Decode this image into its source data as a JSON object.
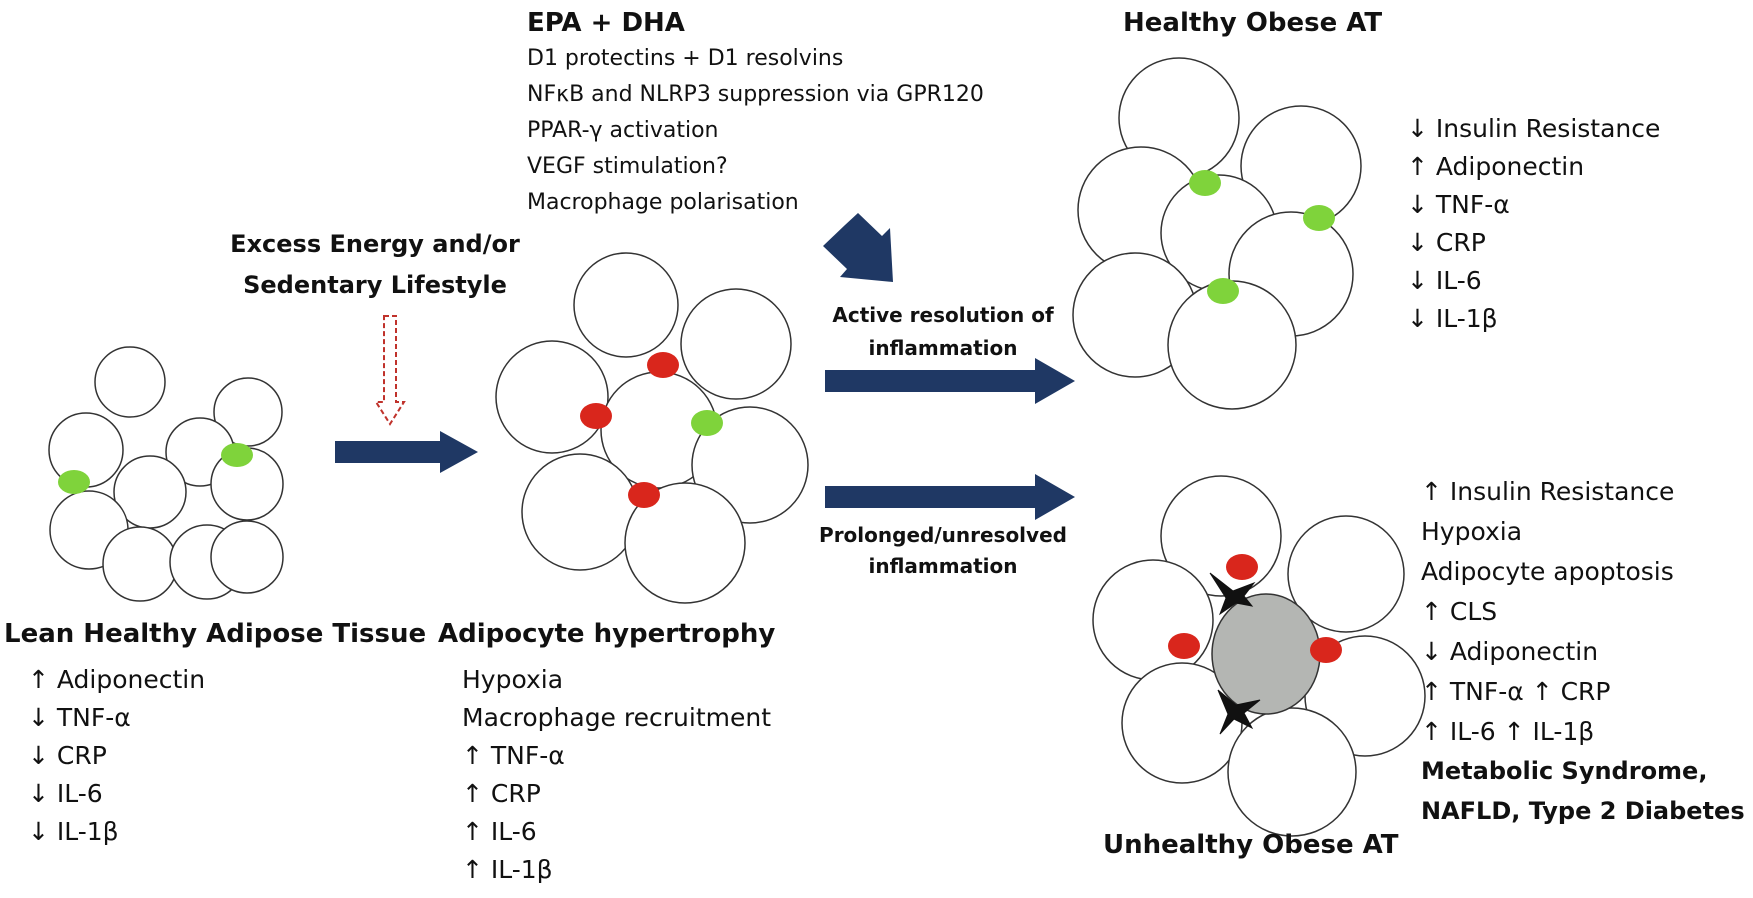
{
  "epa_dha": {
    "title": "EPA + DHA",
    "items": [
      "D1 protectins + D1 resolvins",
      "NFκB and NLRP3 suppression via GPR120",
      "PPAR-γ activation",
      "VEGF stimulation?",
      "Macrophage polarisation"
    ]
  },
  "trigger": {
    "line1": "Excess Energy and/or",
    "line2": "Sedentary Lifestyle"
  },
  "lean": {
    "title": "Lean Healthy Adipose Tissue",
    "items": [
      "↑ Adiponectin",
      "↓ TNF-α",
      "↓ CRP",
      "↓ IL-6",
      "↓ IL-1β"
    ]
  },
  "hypertrophy": {
    "title": "Adipocyte hypertrophy",
    "items": [
      "Hypoxia",
      "Macrophage recruitment",
      "↑ TNF-α",
      "↑ CRP",
      "↑ IL-6",
      "↑ IL-1β"
    ]
  },
  "resolution": {
    "line1": "Active resolution of",
    "line2": "inflammation"
  },
  "unresolved": {
    "line1": "Prolonged/unresolved",
    "line2": "inflammation"
  },
  "healthy_obese": {
    "title": "Healthy Obese AT",
    "items": [
      "↓ Insulin Resistance",
      "↑  Adiponectin",
      "↓ TNF-α",
      "↓ CRP",
      "↓ IL-6",
      "↓ IL-1β"
    ]
  },
  "unhealthy_obese": {
    "title": "Unhealthy Obese AT",
    "items": [
      "↑ Insulin Resistance",
      "Hypoxia",
      "Adipocyte apoptosis",
      "↑ CLS",
      "↓  Adiponectin",
      "↑ TNF-α ↑ CRP",
      "↑ IL-6 ↑ IL-1β"
    ],
    "outcome_line1": "Metabolic Syndrome,",
    "outcome_line2": "NAFLD, Type 2 Diabetes"
  },
  "colors": {
    "arrow": "#1f3864",
    "macrophage_m1": "#d9261c",
    "macrophage_m2": "#7fd33b",
    "dead_cell": "#b4b6b3",
    "dashed_arrow": "#c0322b"
  }
}
